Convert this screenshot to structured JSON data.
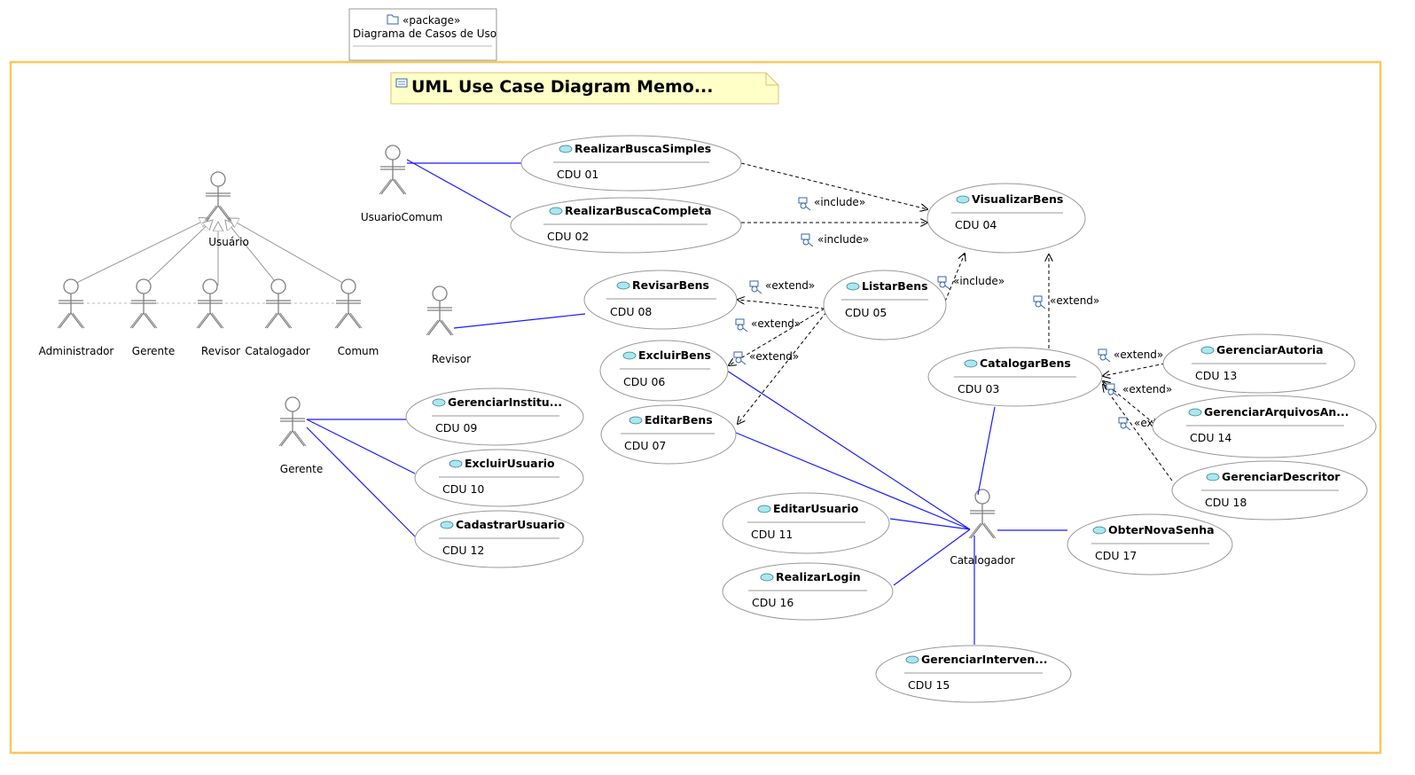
{
  "package": {
    "stereotype": "«package»",
    "name": "Diagrama de Casos de Uso"
  },
  "memo": {
    "title": "UML Use Case Diagram Memo..."
  },
  "colors": {
    "frame": "#f9c85a",
    "association": "#1a1aff",
    "memo_fill": "#ffffc8",
    "memo_border": "#d8c27a",
    "usecase_icon": "#a8e8f0",
    "actor_stroke": "#808080"
  },
  "actors": {
    "usuario": "Usuário",
    "administrador": "Administrador",
    "gerente_gen": "Gerente",
    "revisor_gen": "Revisor",
    "catalogador_gen": "Catalogador",
    "comum": "Comum",
    "usuario_comum": "UsuarioComum",
    "revisor": "Revisor",
    "gerente": "Gerente",
    "catalogador": "Catalogador"
  },
  "use_cases": {
    "busca_simples": {
      "name": "RealizarBuscaSimples",
      "id": "CDU 01"
    },
    "busca_completa": {
      "name": "RealizarBuscaCompleta",
      "id": "CDU 02"
    },
    "visualizar": {
      "name": "VisualizarBens",
      "id": "CDU 04"
    },
    "revisar": {
      "name": "RevisarBens",
      "id": "CDU 08"
    },
    "listar": {
      "name": "ListarBens",
      "id": "CDU 05"
    },
    "excluir_bens": {
      "name": "ExcluirBens",
      "id": "CDU 06"
    },
    "editar_bens": {
      "name": "EditarBens",
      "id": "CDU 07"
    },
    "catalogar": {
      "name": "CatalogarBens",
      "id": "CDU 03"
    },
    "autoria": {
      "name": "GerenciarAutoria",
      "id": "CDU 13"
    },
    "arquivos": {
      "name": "GerenciarArquivosAn...",
      "id": "CDU 14"
    },
    "descritor": {
      "name": "GerenciarDescritor",
      "id": "CDU 18"
    },
    "instituicao": {
      "name": "GerenciarInstitu...",
      "id": "CDU 09"
    },
    "excluir_usuario": {
      "name": "ExcluirUsuario",
      "id": "CDU 10"
    },
    "cadastrar": {
      "name": "CadastrarUsuario",
      "id": "CDU 12"
    },
    "editar_usuario": {
      "name": "EditarUsuario",
      "id": "CDU 11"
    },
    "login": {
      "name": "RealizarLogin",
      "id": "CDU 16"
    },
    "nova_senha": {
      "name": "ObterNovaSenha",
      "id": "CDU 17"
    },
    "intervencao": {
      "name": "GerenciarInterven...",
      "id": "CDU 15"
    }
  },
  "relations": {
    "include": "«include»",
    "extend": "«extend»"
  }
}
